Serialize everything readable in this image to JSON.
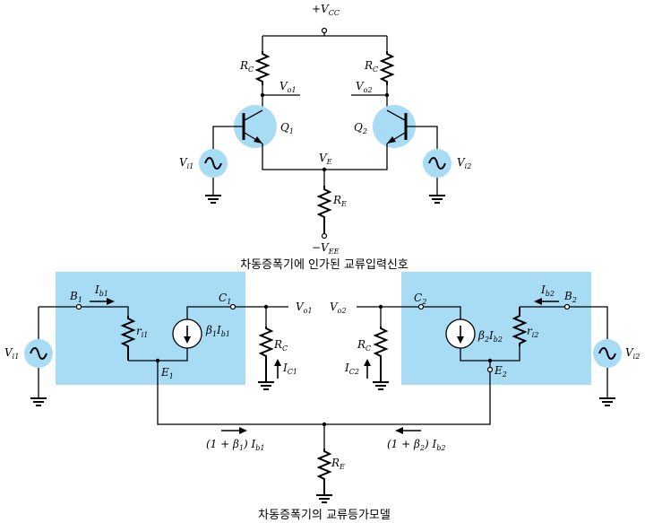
{
  "caption_top": "차동증폭기에 인가된 교류입력신호",
  "caption_bottom": "차동증폭기의 교류등가모델",
  "top": {
    "vcc": "+V",
    "vcc_sub": "CC",
    "vee": "−V",
    "vee_sub": "EE",
    "rc_left": "R",
    "rc_left_sub": "C",
    "rc_right": "R",
    "rc_right_sub": "C",
    "vo1": "V",
    "vo1_sub": "o1",
    "vo2": "V",
    "vo2_sub": "o2",
    "q1": "Q",
    "q1_sub": "1",
    "q2": "Q",
    "q2_sub": "2",
    "ve": "V",
    "ve_sub": "E",
    "vi1": "V",
    "vi1_sub": "i1",
    "vi2": "V",
    "vi2_sub": "i2",
    "re": "R",
    "re_sub": "E"
  },
  "bottom": {
    "vi1": "V",
    "vi1_sub": "i1",
    "vi2": "V",
    "vi2_sub": "i2",
    "b1": "B",
    "b1_sub": "1",
    "b2": "B",
    "b2_sub": "2",
    "ib1": "I",
    "ib1_sub": "b1",
    "ib2": "I",
    "ib2_sub": "b2",
    "ri1": "r",
    "ri1_sub": "i1",
    "ri2": "r",
    "ri2_sub": "i2",
    "c1": "C",
    "c1_sub": "1",
    "c2": "C",
    "c2_sub": "2",
    "src1": "β",
    "src1_sub": "1",
    "src1b": "I",
    "src1b_sub": "b1",
    "src2": "β",
    "src2_sub": "2",
    "src2b": "I",
    "src2b_sub": "b2",
    "e1": "E",
    "e1_sub": "1",
    "e2": "E",
    "e2_sub": "2",
    "vo1": "V",
    "vo1_sub": "o1",
    "vo2": "V",
    "vo2_sub": "o2",
    "rc_left": "R",
    "rc_left_sub": "C",
    "rc_right": "R",
    "rc_right_sub": "C",
    "ic1": "I",
    "ic1_sub": "C1",
    "ic2": "I",
    "ic2_sub": "C2",
    "cur1": "(1 + β",
    "cur1_sub": "1",
    "cur1_tail": ") I",
    "cur1_tail_sub": "b1",
    "cur2": "(1 + β",
    "cur2_sub": "2",
    "cur2_tail": ") I",
    "cur2_tail_sub": "b2",
    "re": "R",
    "re_sub": "E"
  },
  "colors": {
    "highlight": "#a8dcf5",
    "wire": "#000000"
  }
}
